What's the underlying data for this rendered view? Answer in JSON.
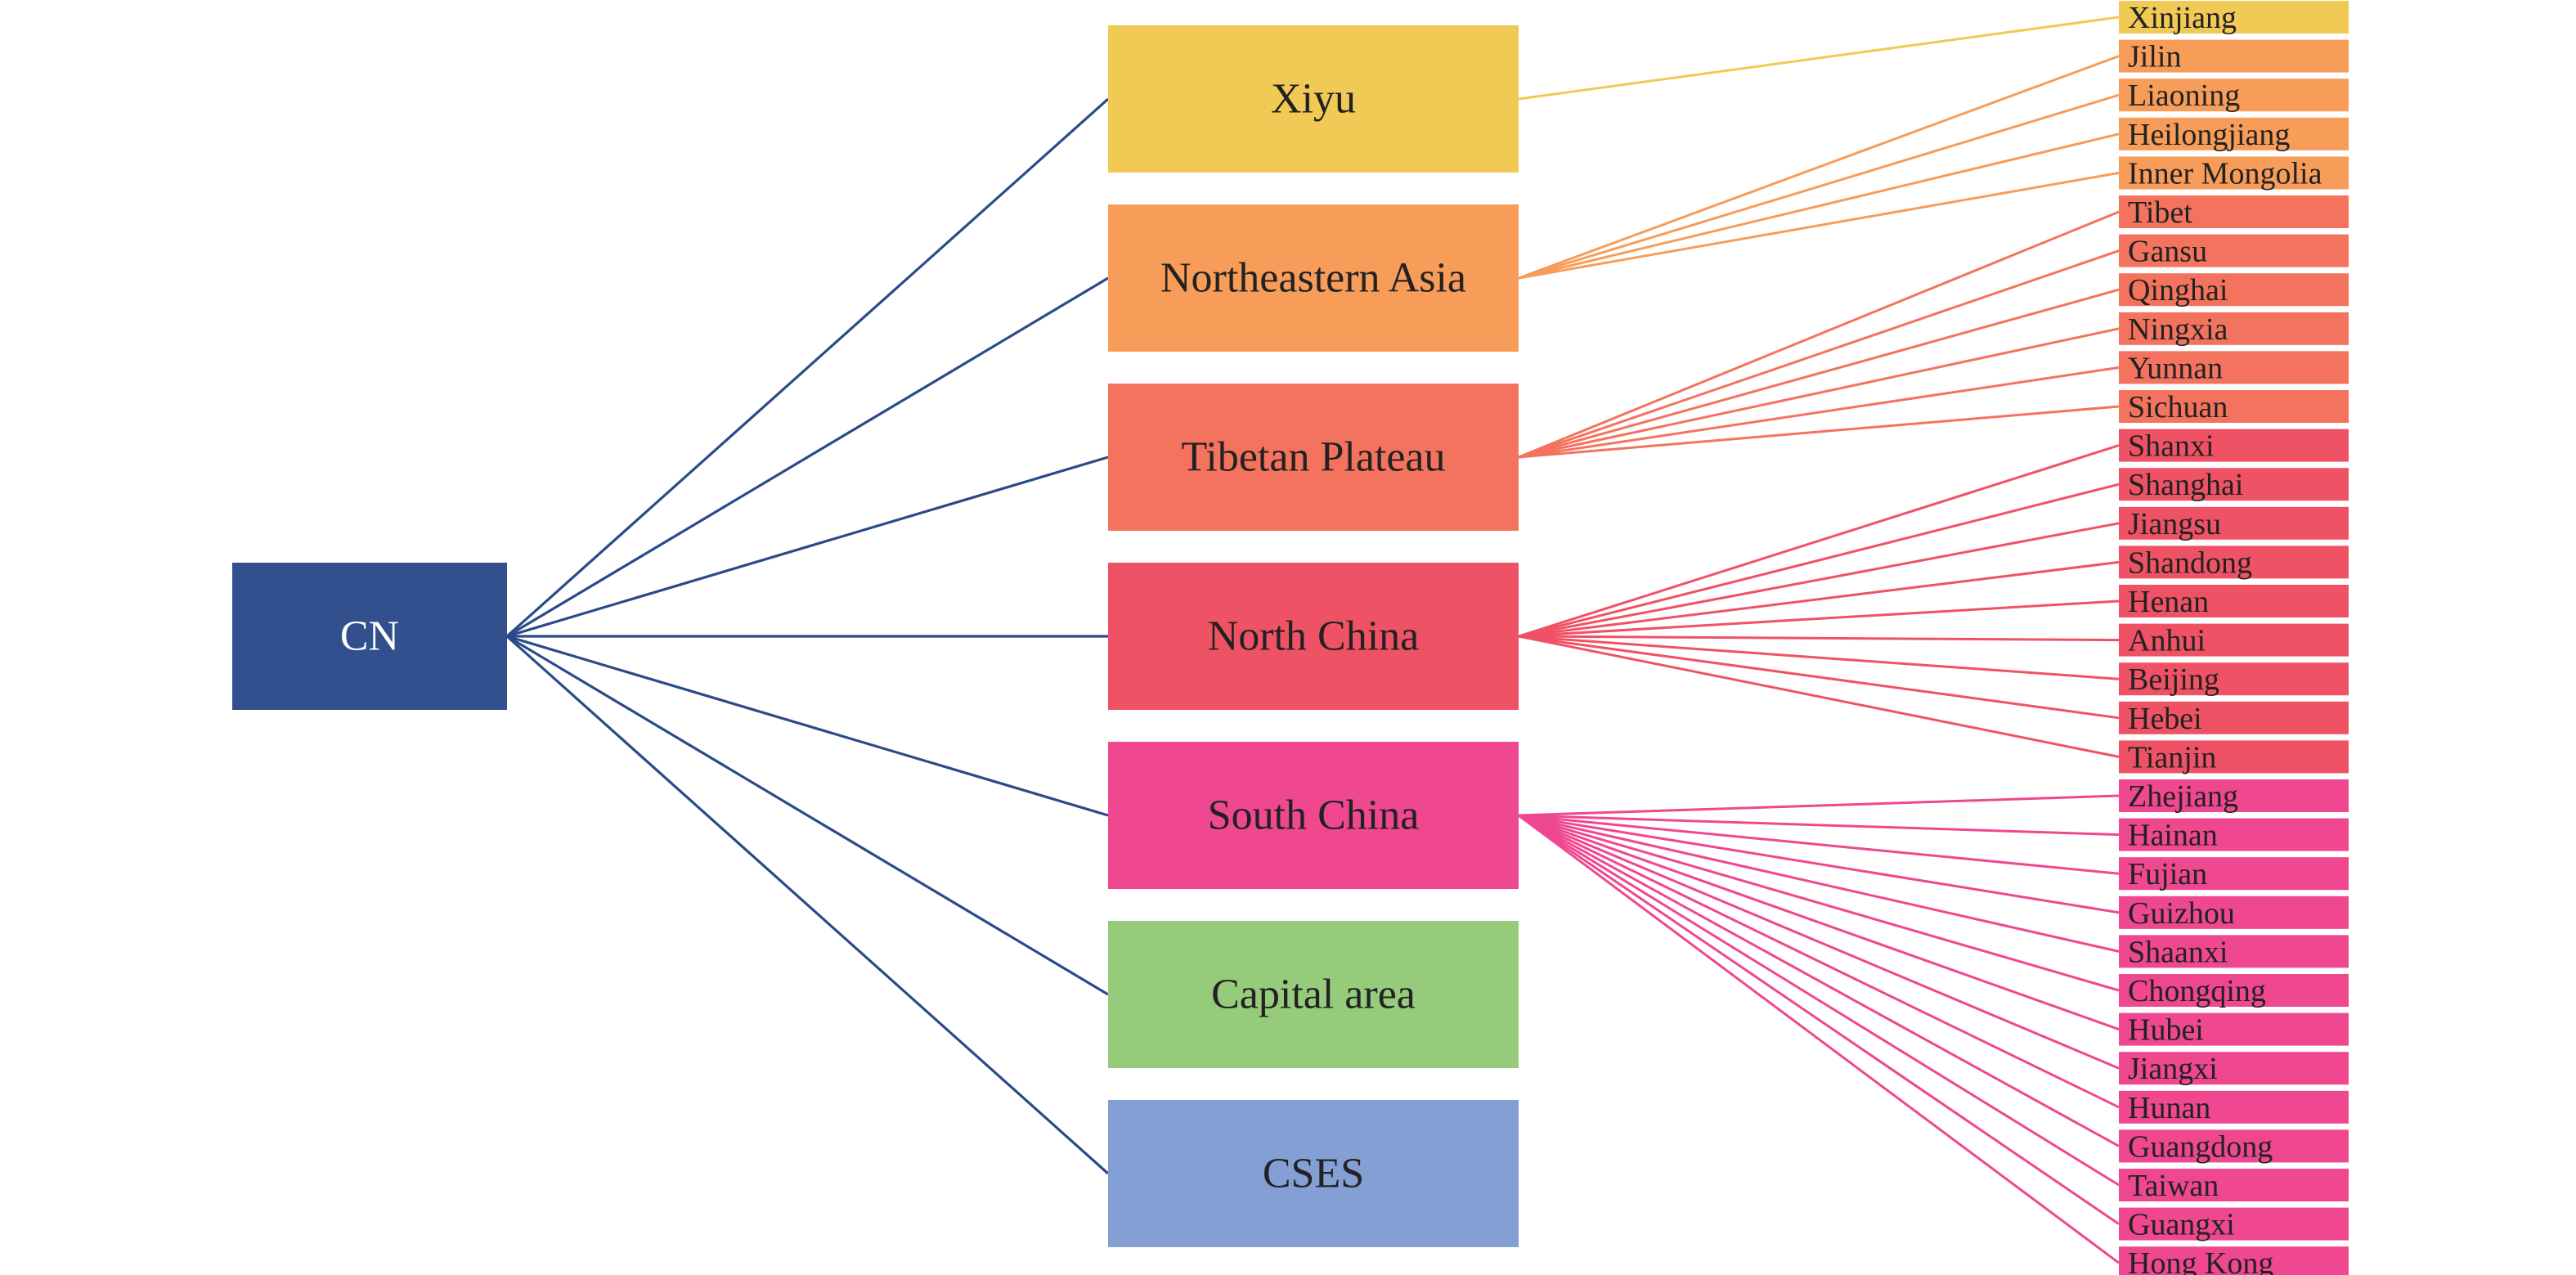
{
  "root": {
    "label": "CN",
    "color": "#324F8E",
    "text_color": "#ffffff",
    "edge_color": "#2B4A8A"
  },
  "regions": [
    {
      "label": "Xiyu",
      "color": "#F1C955",
      "provinces": [
        "Xinjiang"
      ]
    },
    {
      "label": "Northeastern Asia",
      "color": "#F79C59",
      "provinces": [
        "Jilin",
        "Liaoning",
        "Heilongjiang",
        "Inner Mongolia"
      ]
    },
    {
      "label": "Tibetan Plateau",
      "color": "#F4735E",
      "provinces": [
        "Tibet",
        "Gansu",
        "Qinghai",
        "Ningxia",
        "Yunnan",
        "Sichuan"
      ]
    },
    {
      "label": "North China",
      "color": "#F05265",
      "provinces": [
        "Shanxi",
        "Shanghai",
        "Jiangsu",
        "Shandong",
        "Henan",
        "Anhui",
        "Beijing",
        "Hebei",
        "Tianjin"
      ]
    },
    {
      "label": "South China",
      "color": "#EF4790",
      "provinces": [
        "Zhejiang",
        "Hainan",
        "Fujian",
        "Guizhou",
        "Shaanxi",
        "Chongqing",
        "Hubei",
        "Jiangxi",
        "Hunan",
        "Guangdong",
        "Taiwan",
        "Guangxi",
        "Hong Kong"
      ]
    },
    {
      "label": "Capital area",
      "color": "#96CB7B",
      "provinces": []
    },
    {
      "label": "CSES",
      "color": "#849FD4",
      "provinces": []
    }
  ]
}
